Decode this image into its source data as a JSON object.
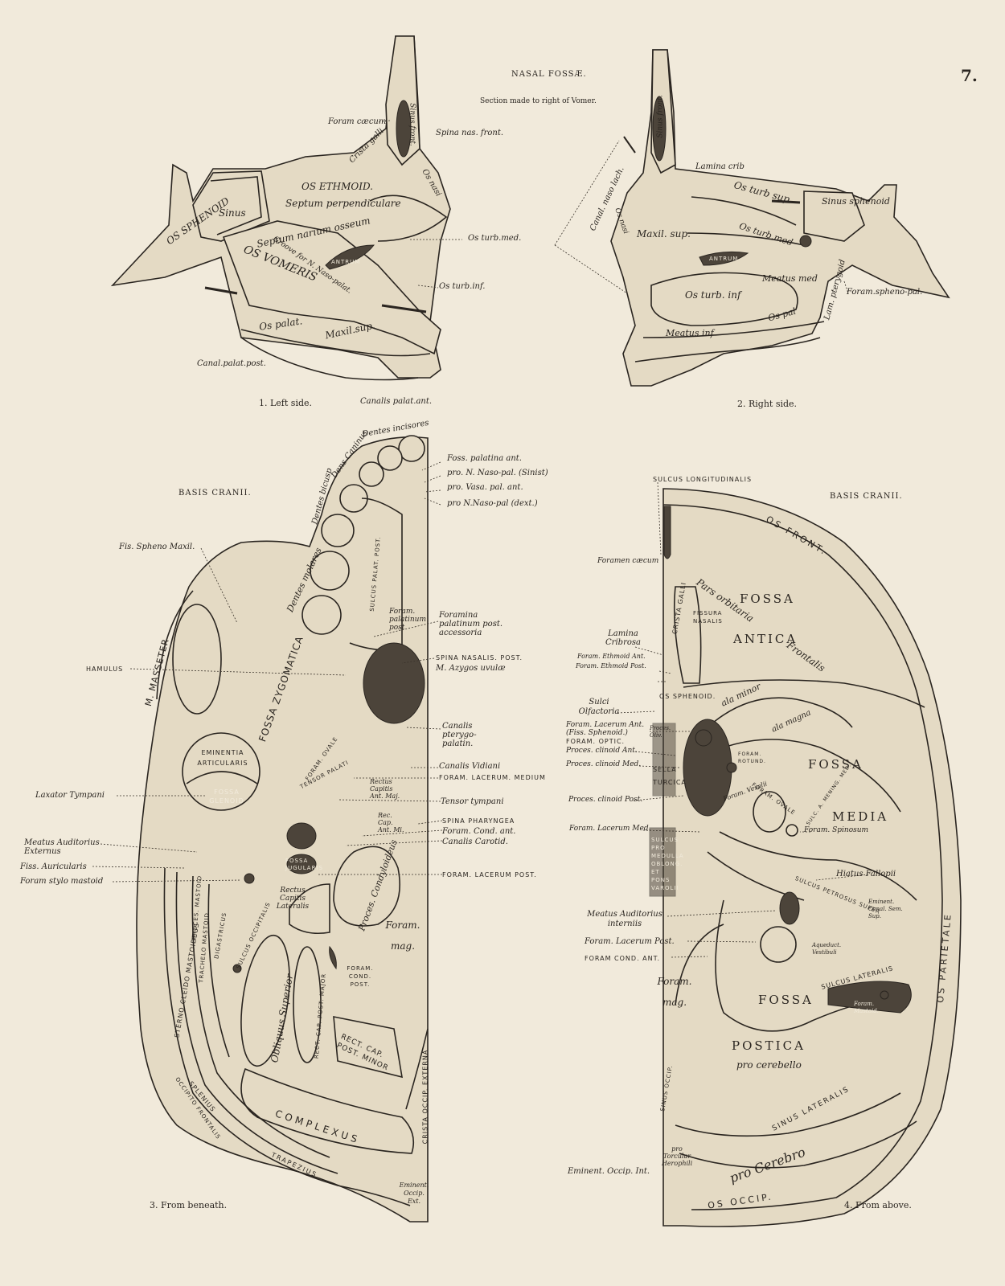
{
  "plate": {
    "page_number": "7.",
    "top_heading": "NASAL FOSSÆ.",
    "top_subheading": "Section made to right of Vomer.",
    "bottom_left_heading": "BASIS CRANII.",
    "bottom_right_heading": "BASIS CRANII."
  },
  "figures": {
    "fig1": {
      "caption": "1. Left side.",
      "labels": {
        "foram_caecum": "Foram cæcum",
        "spina_nas_front": "Spina nas. front.",
        "os_turb_med": "Os turb.med.",
        "os_turb_inf": "Os turb.inf.",
        "canal_palat_post": "Canal.palat.post.",
        "canalis_palat_ant": "Canalis palat.ant.",
        "os_sphenoid": "OS SPHENOID",
        "sinus": "Sinus",
        "os_ethmoid": "OS ETHMOID.",
        "septum_perpendiculare": "Septum perpendiculare",
        "septum_narium_osseum": "Septum narium osseum",
        "os_vomeris": "OS VOMERIS",
        "groove": "Groove for N. Naso-palat.",
        "os_palat": "Os palat.",
        "maxil_sup": "Maxil.sup.",
        "crista_galli": "Crista galli",
        "sinus_front": "Sinus front.",
        "os_nasi": "Os nasi",
        "antrum": "ANTRUM"
      }
    },
    "fig2": {
      "caption": "2. Right side.",
      "labels": {
        "lamina_crib": "Lamina crib",
        "canal_naso_lach": "Canal. naso lach.",
        "foram_spheno_pal": "Foram.spheno-pal.",
        "maxil_sup": "Maxil. sup.",
        "os_turb_sup": "Os turb sup",
        "sinus_sphenoid": "Sinus sphenoid",
        "os_turb_med": "Os turb.med",
        "meatus_med": "Meatus med",
        "os_turb_inf": "Os turb. inf",
        "os_pal": "Os pal",
        "lam_pterygoid": "Lam. pterygoid",
        "meatus_inf": "Meatus inf",
        "antrum": "ANTRUM",
        "os_nasi": "Os nasi",
        "sinus_front": "Sinus front."
      }
    },
    "fig3": {
      "caption": "3. From beneath.",
      "right_labels": [
        "Foss. palatina ant.",
        "pro. N. Naso-pal. (Sinist)",
        "pro. Vasa. pal. ant.",
        "pro N.Naso-pal (dext.)",
        "Foramina palatinum post. accessoria",
        "SPINA NASALIS. POST.",
        "M. Azygos uvulæ",
        "Canalis pterygo-palatin.",
        "Canalis Vidiani",
        "FORAM. LACERUM. MEDIUM",
        "Tensor tympani",
        "SPINA PHARYNGEA",
        "Foram. Cond. ant.",
        "Canalis Carotid.",
        "FORAM. LACERUM POST."
      ],
      "left_labels": [
        "Fis. Spheno Maxil.",
        "HAMULUS",
        "Laxator Tympani",
        "Meatus Auditorius Externus",
        "Fiss. Auricularis",
        "Foram stylo mastoid"
      ],
      "inner_labels": {
        "dentes_incisores": "Dentes incisores",
        "dens_caninus": "Dens Caninus",
        "dentes_bicusp": "Dentes bicusp",
        "dentes_molares": "Dentes molares",
        "sulcus_palat_post": "SULCUS PALAT. POST.",
        "foram_palatinum_post": "Foram. palatinum post",
        "m_masseter": "M. MASSETER",
        "fossa_zygomatica": "FOSSA ZYGOMATICA",
        "eminentia_articularis": "EMINENTIA ARTICULARIS",
        "fossa_glenoid": "FOSSA GLENOID",
        "foram_ovale": "FORAM. OVALE",
        "tensor_palati": "TENSOR PALATI",
        "rectus_capitis_ant_maj": "Rectus Capitis Ant. Maj.",
        "rec_cap_ant_mi": "Rec. Cap. Ant. Mi.",
        "fossa_jugularis": "FOSSA JUGULARIS",
        "rectus_capitis_lateralis": "Rectus Capitis Lateralis",
        "proces_condyloideus": "Proces. Condyloideus",
        "foram_mag": "Foram. mag.",
        "foram_cond_post": "FORAM. COND. POST.",
        "obliquus_superior": "Obliquus Superior",
        "rect_cap_post_major": "RECT. CAP. POST. MAJOR",
        "rect_cap_post_minor": "RECT. CAP. POST. MINOR",
        "complexus": "COMPLEXUS",
        "trapezius": "TRAPEZIUS",
        "splenius": "SPLENIUS",
        "occipito_frontalis": "OCCIPITO FRONTALIS",
        "sterno_cleido_mastoid": "STERNO CLEIDO MASTOIDEUS",
        "trachelo_mastoid": "TRACHELO MASTOID",
        "digastricus": "DIGASTRICUS",
        "sulcus_occipitalis": "SULCUS OCCIPITALIS",
        "proces_mastoid": "PROCES. MASTOID",
        "crista_occip_externa": "CRISTA OCCIP. EXTERNA",
        "eminent_occip_ext": "Eminent. Occip. Ext."
      }
    },
    "fig4": {
      "caption": "4. From above.",
      "left_labels": [
        "Foramen cæcum",
        "Lamina Cribrosa",
        "Foram. Ethmoid Ant.",
        "Foram. Ethmoid Post.",
        "Sulci Olfactoria",
        "Foram. Lacerum Ant. (Fiss. Sphenoid.)",
        "FORAM. OPTIC.",
        "Proces. clinoid Ant.",
        "Proces. clinoid Med.",
        "Proces. clinoid Post.",
        "Foram. Lacerum Med.",
        "Meatus Auditorius interniis",
        "Foram. Lacerum Post.",
        "FORAM COND. ANT.",
        "Eminent. Occip. Int."
      ],
      "inner_labels": {
        "sulcus_longitudinalis": "SULCUS LONGITUDINALIS",
        "os_front": "OS FRONT.",
        "crista_galli": "CRISTA GALLI",
        "pars_orbitaria": "Pars orbitaria",
        "fissura_nasalis": "FISSURA NASALIS",
        "fossa_antica_1": "FOSSA",
        "fossa_antica_2": "ANTICA",
        "frontalis": "Frontalis",
        "os_sphenoid": "OS SPHENOID.",
        "ala_minor": "ala minor",
        "ala_magna": "ala magna",
        "proces_oliv": "Proces. Oliv.",
        "sella_turcica": "SELLA TURCICA",
        "foram_rotund": "FORAM. ROTUND.",
        "foram_vesalii": "Foram. Vesalii",
        "foram_ovale": "FORAM. OVALE",
        "sulc_a_mening_med": "SULC. A. MENING. MED.",
        "fossa_media_1": "FOSSA",
        "fossa_media_2": "MEDIA",
        "foram_spinosum": "Foram. Spinosum",
        "sulcus_medulla": "SULCUS PRO MEDULLA OBLONG. ET PONS VAROLII",
        "hiatus_fallopii": "Hiatus Fallopii",
        "sulcus_petrosus_super": "SULCUS PETROSUS SUPER",
        "eminent_canal_sem_sup": "Eminent. Canal. Sem. Sup.",
        "aqueduct_vestibuli": "Aqueduct. Vestibuli",
        "foram_mag": "Foram. mag.",
        "sulcus_lateralis": "SULCUS LATERALIS",
        "foram_mastoid": "Foram. Mastoid.",
        "fossa_postica_1": "FOSSA",
        "fossa_postica_2": "POSTICA",
        "pro_cerebello": "pro cerebello",
        "os_parietale": "OS PARIETALE",
        "sinus_occip": "SINUS OCCIP.",
        "pro_torcular": "pro Torcular Herophili",
        "sinus_lateralis": "SINUS LATERALIS",
        "pro_cerebro": "pro Cerebro",
        "os_occip": "OS OCCIP."
      }
    }
  }
}
